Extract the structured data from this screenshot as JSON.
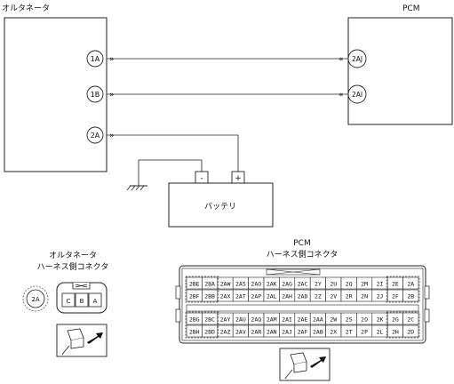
{
  "alternator": {
    "label": "オルタネータ"
  },
  "pcm": {
    "label": "PCM"
  },
  "battery": {
    "label": "バッテリ",
    "minus": "-",
    "plus": "+"
  },
  "wires": [
    {
      "from": "1A",
      "to": "2AJ"
    },
    {
      "from": "1B",
      "to": "2AI"
    },
    {
      "from": "2A",
      "to": ""
    }
  ],
  "alt_connector": {
    "title1": "オルタネータ",
    "title2": "ハーネス側コネクタ",
    "round_pin": "2A",
    "pins": [
      "C",
      "B",
      "A"
    ]
  },
  "pcm_connector": {
    "title1": "PCM",
    "title2": "ハーネス側コネクタ",
    "rows": [
      [
        "2BE",
        "2BA",
        "2AW",
        "2AS",
        "2AO",
        "2AK",
        "2AG",
        "2AC",
        "2Y",
        "2U",
        "2Q",
        "2M",
        "2I",
        "2E",
        "2A"
      ],
      [
        "2BF",
        "2BB",
        "2AX",
        "2AT",
        "2AP",
        "2AL",
        "2AH",
        "2AD",
        "2Z",
        "2V",
        "2R",
        "2N",
        "2J",
        "2F",
        "2B"
      ],
      [
        "2BG",
        "2BC",
        "2AY",
        "2AU",
        "2AQ",
        "2AM",
        "2AI",
        "2AE",
        "2AA",
        "2W",
        "2S",
        "2O",
        "2K",
        "2G",
        "2C"
      ],
      [
        "2BH",
        "2BD",
        "2AZ",
        "2AV",
        "2AR",
        "2AN",
        "2AJ",
        "2AF",
        "2AB",
        "2X",
        "2T",
        "2P",
        "2L",
        "2H",
        "2D"
      ]
    ]
  }
}
